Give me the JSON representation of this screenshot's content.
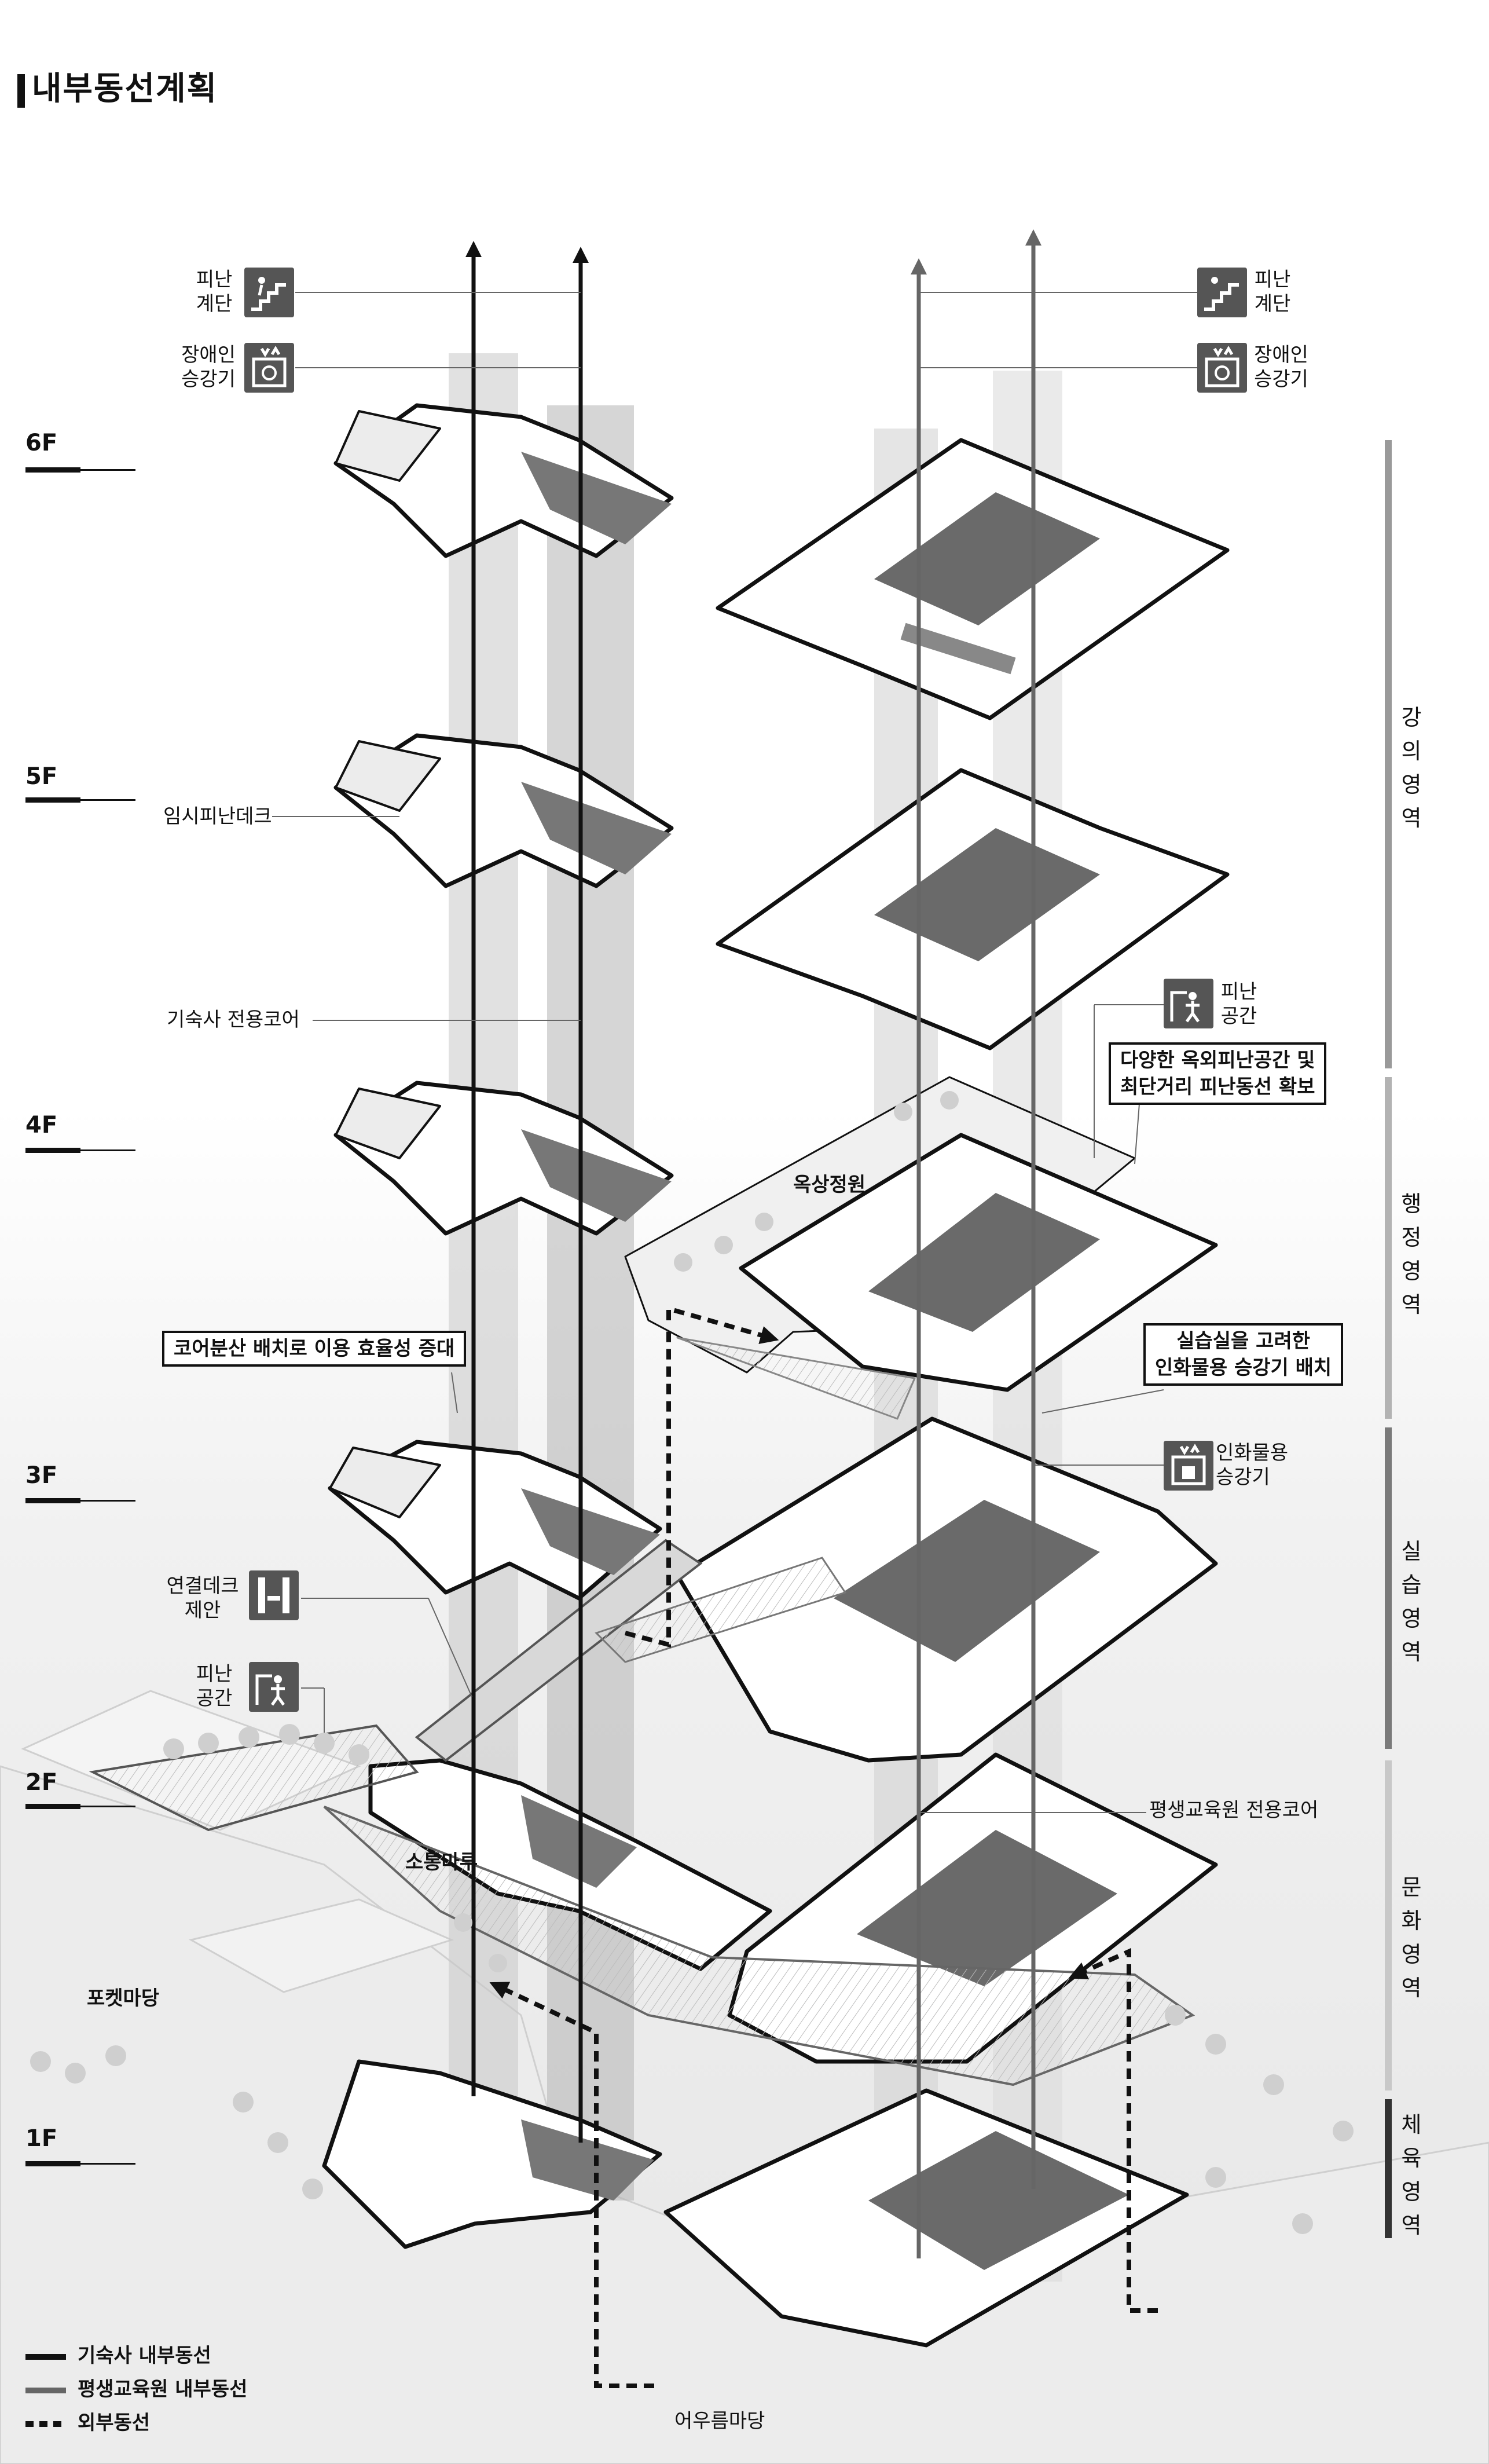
{
  "title": "내부동선계획",
  "floors": [
    "6F",
    "5F",
    "4F",
    "3F",
    "2F",
    "1F"
  ],
  "left_labels": {
    "stairs": "피난\n계단",
    "elevator": "장애인\n승강기",
    "temp_deck": "임시피난데크",
    "dorm_core": "기숙사 전용코어",
    "connect_deck": "연결데크\n제안",
    "refuge": "피난\n공간"
  },
  "right_labels": {
    "stairs": "피난\n계단",
    "elevator": "장애인\n승강기",
    "refuge": "피난\n공간",
    "freight_elevator": "인화물용\n승강기",
    "edu_core": "평생교육원 전용코어"
  },
  "callouts": {
    "core_split": "코어분산 배치로 이용 효율성 증대",
    "outdoor_refuge": "다양한 옥외피난공간 및\n최단거리 피난동선 확보",
    "freight_lift": "실습실을 고려한\n인화물용 승강기 배치"
  },
  "places": {
    "rooftop_garden": "옥상정원",
    "communication_floor": "소통마루",
    "pocket_yard": "포켓마당",
    "community_yard": "어우름마당"
  },
  "zones": [
    {
      "label": "강의영역",
      "color": "#9a9a9a"
    },
    {
      "label": "행정영역",
      "color": "#b3b3b3"
    },
    {
      "label": "실습영역",
      "color": "#7a7a7a"
    },
    {
      "label": "문화영역",
      "color": "#c8c8c8"
    },
    {
      "label": "체육영역",
      "color": "#333333"
    }
  ],
  "legend": [
    {
      "label": "기숙사 내부동선",
      "style": "solid-black",
      "color": "#111111"
    },
    {
      "label": "평생교육원 내부동선",
      "style": "solid-gray",
      "color": "#666666"
    },
    {
      "label": "외부동선",
      "style": "dashed-black",
      "color": "#111111"
    }
  ],
  "icons": [
    "stairs-icon",
    "accessible-elevator-icon",
    "refuge-space-icon",
    "freight-elevator-icon",
    "connecting-deck-icon"
  ]
}
